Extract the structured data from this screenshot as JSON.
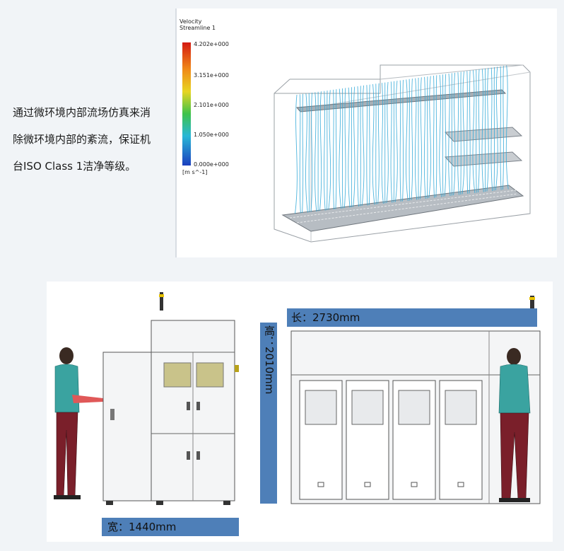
{
  "intro": {
    "line1": "通过微环境内部流场仿真来消",
    "line2": "除微环境内部的紊流，保证机",
    "line3": "台ISO Class 1洁净等级。"
  },
  "legend": {
    "title_line1": "Velocity",
    "title_line2": "Streamline 1",
    "ticks": [
      "4.202e+000",
      "3.151e+000",
      "2.101e+000",
      "1.050e+000",
      "0.000e+000"
    ],
    "unit": "[m s^-1]"
  },
  "dimensions": {
    "length": "长：2730mm",
    "height": "高：2010mm",
    "width": "宽：1440mm"
  },
  "colors": {
    "dimension_box": "#4e7fb8",
    "streamline": "#2fa8d8",
    "machine_body": "#f4f5f6",
    "window_tint": "#c9c38a"
  }
}
